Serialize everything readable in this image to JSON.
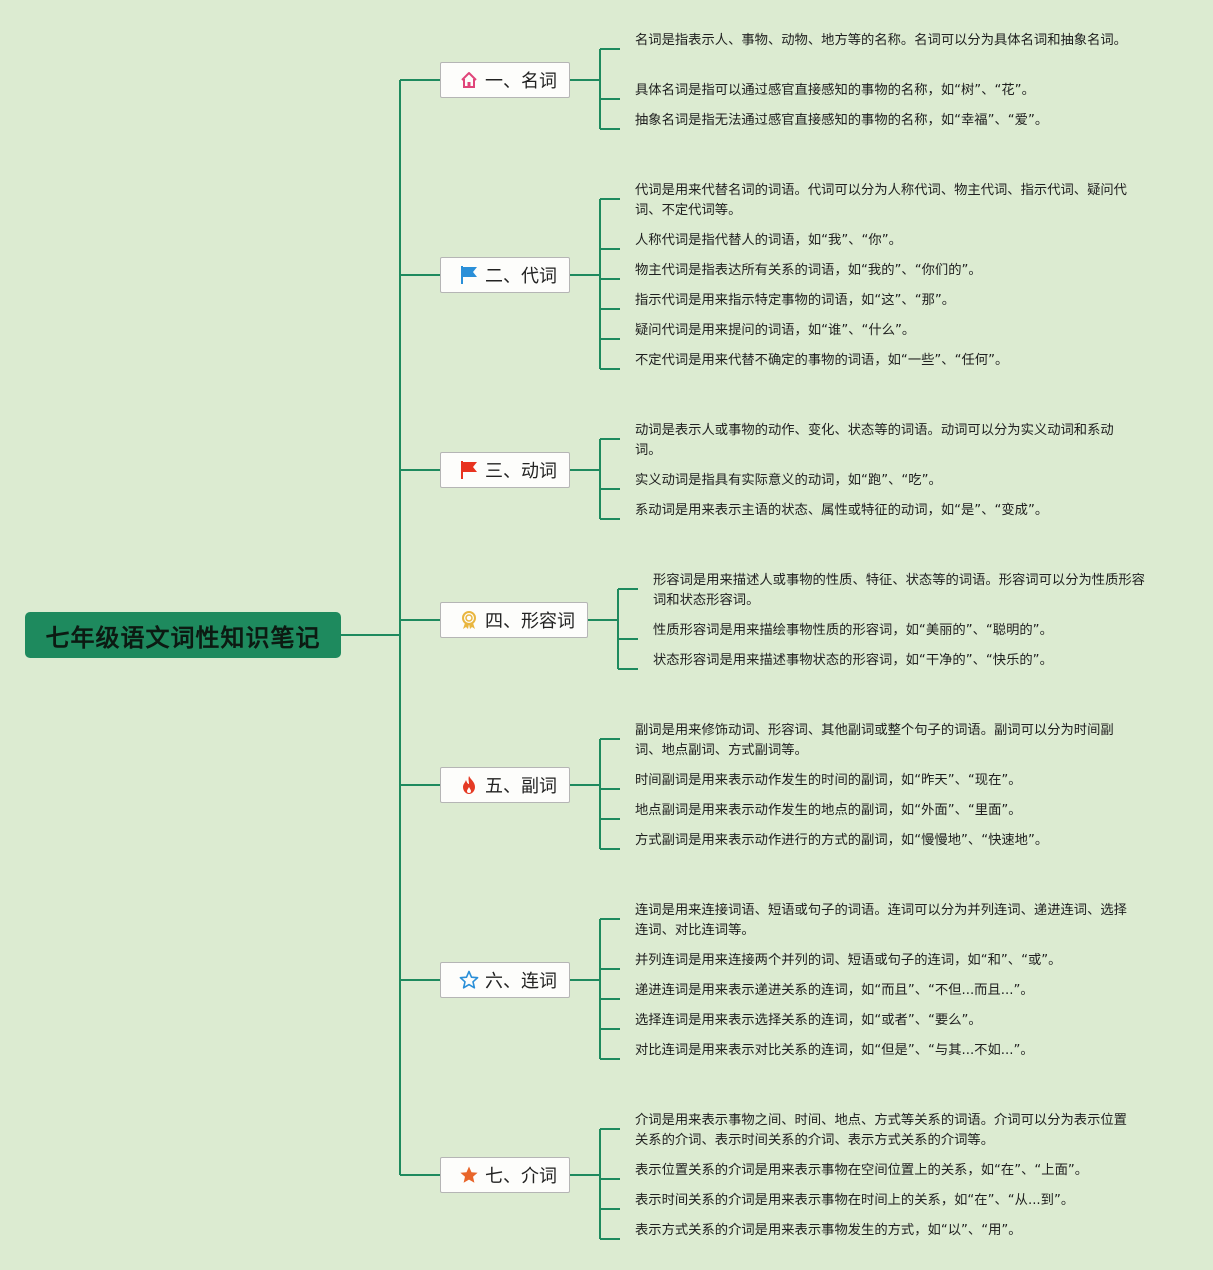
{
  "root": {
    "title": "七年级语文词性知识笔记"
  },
  "branches": [
    {
      "label": "一、名词",
      "icon": "home-icon",
      "icon_color": "#e0457a",
      "leaves": [
        "名词是指表示人、事物、动物、地方等的名称。名词可以分为具体名词和抽象名词。",
        "具体名词是指可以通过感官直接感知的事物的名称，如“树”、“花”。",
        "抽象名词是指无法通过感官直接感知的事物的名称，如“幸福”、“爱”。"
      ]
    },
    {
      "label": "二、代词",
      "icon": "blue-flag-icon",
      "icon_color": "#2a8fd8",
      "leaves": [
        "代词是用来代替名词的词语。代词可以分为人称代词、物主代词、指示代词、疑问代词、不定代词等。",
        "人称代词是指代替人的词语，如“我”、“你”。",
        "物主代词是指表达所有关系的词语，如“我的”、“你们的”。",
        "指示代词是用来指示特定事物的词语，如“这”、“那”。",
        "疑问代词是用来提问的词语，如“谁”、“什么”。",
        "不定代词是用来代替不确定的事物的词语，如“一些”、“任何”。"
      ]
    },
    {
      "label": "三、动词",
      "icon": "red-flag-icon",
      "icon_color": "#e8321f",
      "leaves": [
        "动词是表示人或事物的动作、变化、状态等的词语。动词可以分为实义动词和系动词。",
        "实义动词是指具有实际意义的动词，如“跑”、“吃”。",
        "系动词是用来表示主语的状态、属性或特征的动词，如“是”、“变成”。"
      ]
    },
    {
      "label": "四、形容词",
      "icon": "award-ribbon-icon",
      "icon_color": "#e9b640",
      "leaves": [
        "形容词是用来描述人或事物的性质、特征、状态等的词语。形容词可以分为性质形容词和状态形容词。",
        "性质形容词是用来描绘事物性质的形容词，如“美丽的”、“聪明的”。",
        "状态形容词是用来描述事物状态的形容词，如“干净的”、“快乐的”。"
      ]
    },
    {
      "label": "五、副词",
      "icon": "fire-icon",
      "icon_color": "#e53a24",
      "leaves": [
        "副词是用来修饰动词、形容词、其他副词或整个句子的词语。副词可以分为时间副词、地点副词、方式副词等。",
        "时间副词是用来表示动作发生的时间的副词，如“昨天”、“现在”。",
        "地点副词是用来表示动作发生的地点的副词，如“外面”、“里面”。",
        "方式副词是用来表示动作进行的方式的副词，如“慢慢地”、“快速地”。"
      ]
    },
    {
      "label": "六、连词",
      "icon": "star-outline-icon",
      "icon_color": "#2a8fd8",
      "leaves": [
        "连词是用来连接词语、短语或句子的词语。连词可以分为并列连词、递进连词、选择连词、对比连词等。",
        "并列连词是用来连接两个并列的词、短语或句子的连词，如“和”、“或”。",
        "递进连词是用来表示递进关系的连词，如“而且”、“不但...而且...”。",
        "选择连词是用来表示选择关系的连词，如“或者”、“要么”。",
        "对比连词是用来表示对比关系的连词，如“但是”、“与其...不如...”。"
      ]
    },
    {
      "label": "七、介词",
      "icon": "star-filled-icon",
      "icon_color": "#e8652a",
      "leaves": [
        "介词是用来表示事物之间、时间、地点、方式等关系的词语。介词可以分为表示位置关系的介词、表示时间关系的介词、表示方式关系的介词等。",
        "表示位置关系的介词是用来表示事物在空间位置上的关系，如“在”、“上面”。",
        "表示时间关系的介词是用来表示事物在时间上的关系，如“在”、“从...到”。",
        "表示方式关系的介词是用来表示事物发生的方式，如“以”、“用”。"
      ]
    }
  ],
  "colors": {
    "background": "#dcebd1",
    "line": "#1e8a5e",
    "root": "#1e8a5e"
  }
}
